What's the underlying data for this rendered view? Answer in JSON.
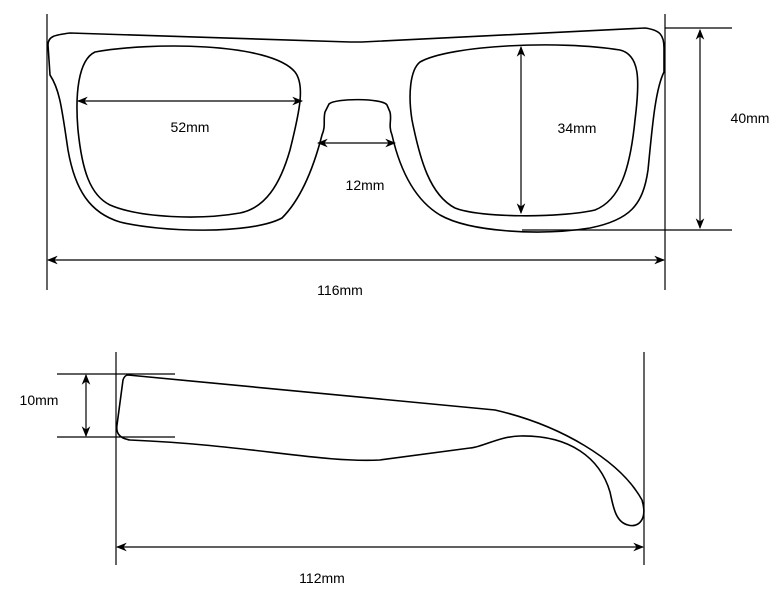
{
  "front_view": {
    "lens_width": "52mm",
    "lens_height": "34mm",
    "bridge_width": "12mm",
    "frame_height": "40mm",
    "total_width": "116mm"
  },
  "side_view": {
    "temple_height": "10mm",
    "temple_length": "112mm"
  }
}
